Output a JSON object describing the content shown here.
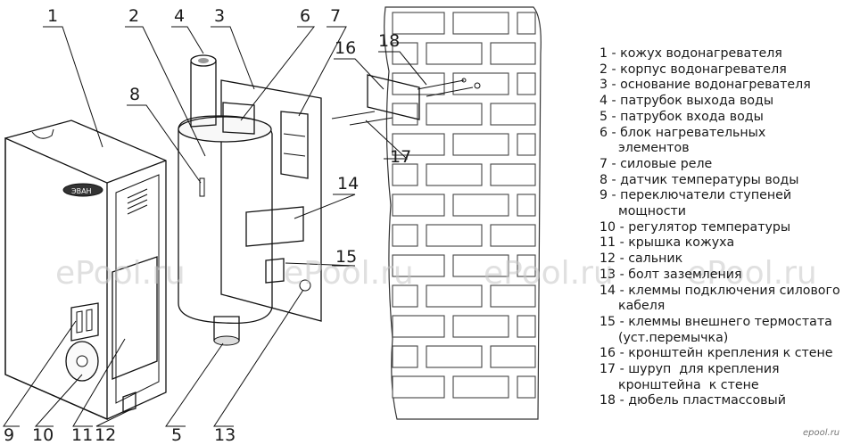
{
  "callouts": [
    "1",
    "2",
    "3",
    "4",
    "5",
    "6",
    "7",
    "8",
    "9",
    "10",
    "11",
    "12",
    "13",
    "14",
    "15",
    "16",
    "17",
    "18"
  ],
  "legend": [
    {
      "line1": "1 - кожух водонагревателя"
    },
    {
      "line1": "2 - корпус водонагревателя"
    },
    {
      "line1": "3 - основание водонагревателя"
    },
    {
      "line1": "4 - патрубок выхода воды"
    },
    {
      "line1": "5 - патрубок входа воды"
    },
    {
      "line1": "6 - блок нагревательных",
      "line2": "элементов"
    },
    {
      "line1": "7 - силовые реле"
    },
    {
      "line1": "8 - датчик температуры воды"
    },
    {
      "line1": "9 - переключатели ступеней",
      "line2": "мощности"
    },
    {
      "line1": "10 - регулятор температуры"
    },
    {
      "line1": "11 - крышка кожуха"
    },
    {
      "line1": "12 - сальник"
    },
    {
      "line1": "13 - болт заземления"
    },
    {
      "line1": "14 - клеммы подключения силового",
      "line2": "кабеля"
    },
    {
      "line1": "15 - клеммы внешнего термостата",
      "line2": "(уст.перемычка)"
    },
    {
      "line1": "16 - кронштейн крепления к стене"
    },
    {
      "line1": "17 - шуруп  для крепления",
      "line2": "кронштейна  к стене"
    },
    {
      "line1": "18 - дюбель пластмассовый"
    }
  ],
  "device_brand": "ЭВАН",
  "watermarks": [
    "ePool.ru",
    "ePool.ru",
    "ePool.ru",
    "ePool.ru"
  ],
  "logo": "epool.ru"
}
